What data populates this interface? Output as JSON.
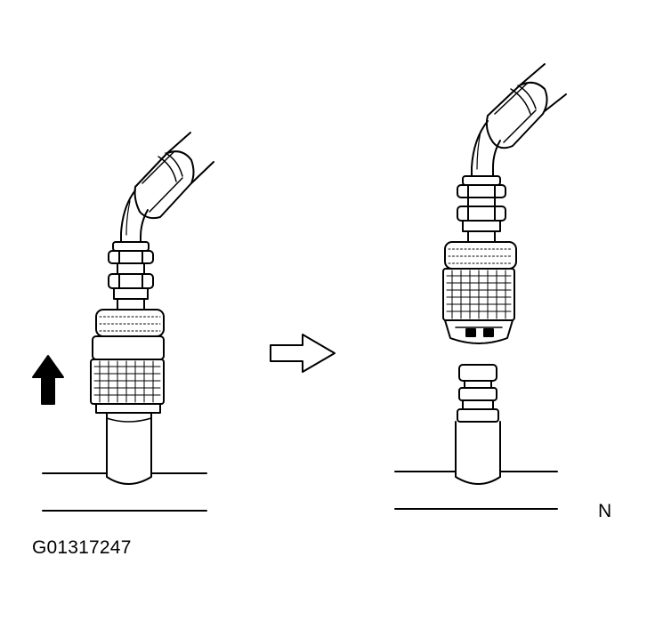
{
  "figure_id": "G01317247",
  "corner_letter": "N",
  "colors": {
    "ink": "#000000",
    "paper": "#ffffff"
  },
  "illustration": {
    "left_state": "coupler-connected",
    "right_state": "coupler-disconnected",
    "direction_arrow": "up-arrow-icon",
    "transition_arrow": "right-outline-arrow-icon"
  }
}
